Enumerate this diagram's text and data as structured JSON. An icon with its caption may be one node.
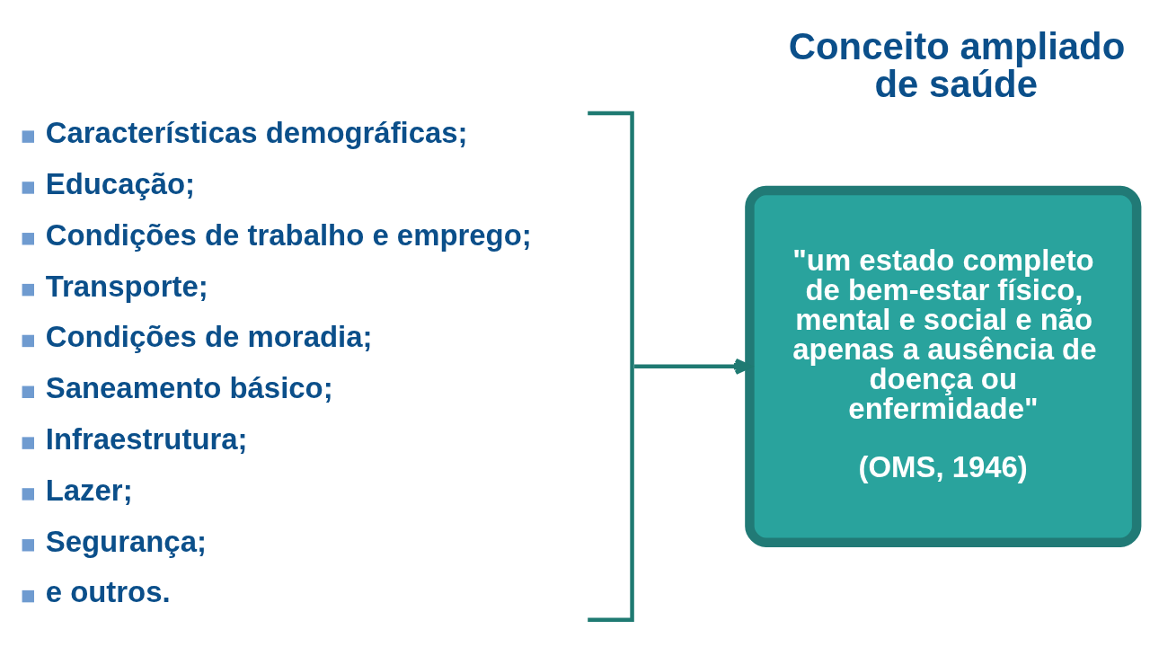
{
  "diagram": {
    "title": "Conceito ampliado de saúde",
    "nodes": [
      {
        "text": [
          "Características demográficas;",
          "Educação;",
          "Condições de trabalho e emprego;",
          "Transporte;",
          "Condições de moradia;",
          "Saneamento básico;",
          "Infraestrutura;",
          "Lazer;",
          "Segurança;",
          "e outros."
        ]
      },
      {
        "text": [
          "\"um estado completo de bem-estar físico, mental e social e não apenas a ausência de doença ou enfermidade\"",
          "(OMS, 1946)"
        ]
      }
    ],
    "edges": [
      {
        "from": 0,
        "to": 1,
        "arrow": "to"
      }
    ]
  }
}
